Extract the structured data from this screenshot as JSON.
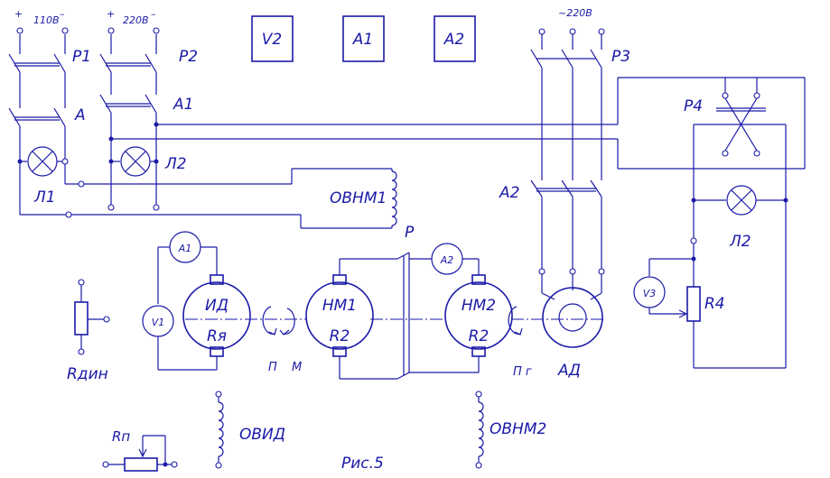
{
  "supplies": {
    "dc110": "110В",
    "dc220": "220В",
    "ac220": "~220В",
    "plus": "+",
    "minus": "–"
  },
  "meters_top": {
    "v2": "V2",
    "a1": "A1",
    "a2": "A2"
  },
  "switches": {
    "p1": "Р1",
    "p2": "Р2",
    "p3": "Р3",
    "p4": "Р4",
    "a": "А",
    "a1": "А1",
    "a2": "А2",
    "p": "Р"
  },
  "lamps": {
    "l1": "Л1",
    "l2": "Л2",
    "l2b": "Л2"
  },
  "windings": {
    "ovnm1": "ОВНМ1",
    "ovnm2": "ОВНМ2",
    "ovid": "ОВИД"
  },
  "machines": {
    "id": "ИД",
    "ry": "Rя",
    "nm1": "НМ1",
    "nm1_r": "R2",
    "nm2": "НМ2",
    "nm2_r": "R2",
    "ad": "АД"
  },
  "instruments": {
    "a1": "А1",
    "v1": "V1",
    "a2": "А2",
    "v3": "V3"
  },
  "resistors": {
    "rdin": "Rдин",
    "rp": "Rп",
    "r4": "R4"
  },
  "torques": {
    "p": "П",
    "m": "М",
    "pg": "П г"
  },
  "caption": "Рис.5"
}
